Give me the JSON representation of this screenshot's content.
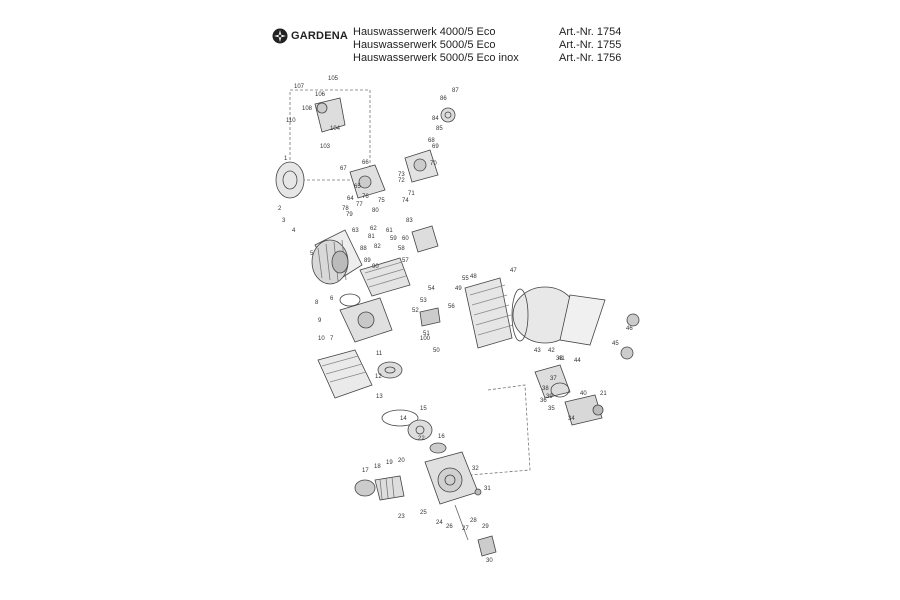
{
  "brand": {
    "name": "GARDENA",
    "logo_icon": "gardena-logo-icon"
  },
  "models": [
    {
      "name": "Hauswasserwerk 4000/5 Eco",
      "art": "Art.-Nr. 1754"
    },
    {
      "name": "Hauswasserwerk 5000/5 Eco",
      "art": "Art.-Nr. 1755"
    },
    {
      "name": "Hauswasserwerk 5000/5 Eco inox",
      "art": "Art.-Nr. 1756"
    }
  ],
  "callouts": [
    "1",
    "2",
    "3",
    "4",
    "5",
    "6",
    "7",
    "8",
    "9",
    "10",
    "11",
    "12",
    "13",
    "14",
    "15",
    "16",
    "17",
    "18",
    "19",
    "20",
    "21",
    "22",
    "23",
    "24",
    "25",
    "26",
    "27",
    "28",
    "29",
    "30",
    "31",
    "32",
    "33",
    "34",
    "35",
    "36",
    "37",
    "38",
    "39",
    "40",
    "41",
    "42",
    "43",
    "44",
    "45",
    "46",
    "47",
    "48",
    "49",
    "50",
    "51",
    "52",
    "53",
    "54",
    "55",
    "56",
    "57",
    "58",
    "59",
    "60",
    "61",
    "62",
    "63",
    "64",
    "65",
    "66",
    "67",
    "68",
    "69",
    "70",
    "71",
    "72",
    "73",
    "74",
    "75",
    "76",
    "77",
    "78",
    "79",
    "80",
    "81",
    "82",
    "83",
    "84",
    "85",
    "86",
    "87",
    "88",
    "89",
    "90",
    "100",
    "103",
    "104",
    "105",
    "106",
    "107",
    "108",
    "110"
  ]
}
